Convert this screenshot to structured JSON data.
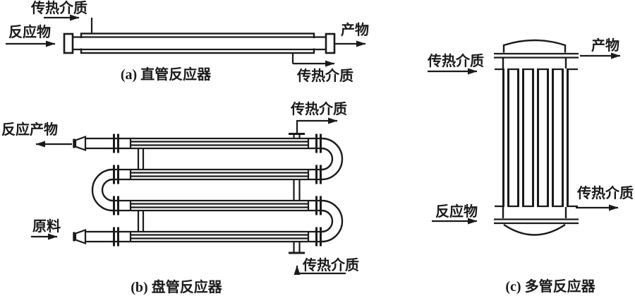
{
  "figure": {
    "description_colors": {
      "ink": "#1a1a1a",
      "background": "#ffffff"
    }
  },
  "reactor_a": {
    "caption": "(a) 直管反应器",
    "labels": {
      "heat_in": "传热介质",
      "reactant": "反应物",
      "product": "产物",
      "heat_out": "传热介质"
    }
  },
  "reactor_b": {
    "caption": "(b) 盘管反应器",
    "labels": {
      "heat_out": "传热介质",
      "product": "反应产物",
      "feed": "原料",
      "heat_in": "传热介质"
    }
  },
  "reactor_c": {
    "caption": "(c) 多管反应器",
    "labels": {
      "heat_in": "传热介质",
      "product": "产物",
      "reactant": "反应物",
      "heat_out": "传热介质"
    }
  }
}
